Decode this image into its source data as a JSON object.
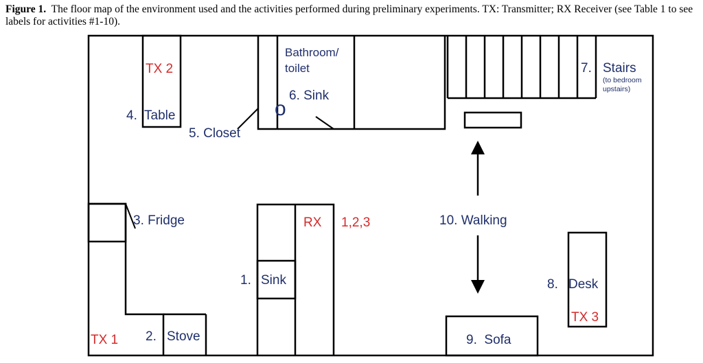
{
  "caption": {
    "label": "Figure 1.",
    "text": "The floor map of the environment used and the activities performed during preliminary experiments. TX: Transmitter; RX Receiver (see Table 1 to see labels for activities #1-10)."
  },
  "labels": {
    "bathroom_line1": "Bathroom/",
    "bathroom_line2": "toilet",
    "tx2": "TX 2",
    "table_num": "4.",
    "table_word": "Table",
    "closet": "5. Closet",
    "sink6": "6. Sink",
    "stairs_num": "7.",
    "stairs_word": "Stairs",
    "stairs_note1": "(to bedroom",
    "stairs_note2": "upstairs)",
    "fridge": "3. Fridge",
    "rx": "RX",
    "rx_activities": "1,2,3",
    "walking": "10. Walking",
    "sink1_num": "1.",
    "sink1_word": "Sink",
    "desk_num": "8.",
    "desk_word": "Desk",
    "tx3": "TX 3",
    "tx1": "TX 1",
    "stove_num": "2.",
    "stove_word": "Stove",
    "sofa": "9.  Sofa"
  },
  "colors": {
    "label_blue": "#1f2f6b",
    "label_red": "#d42a2a",
    "wall": "#000000"
  }
}
